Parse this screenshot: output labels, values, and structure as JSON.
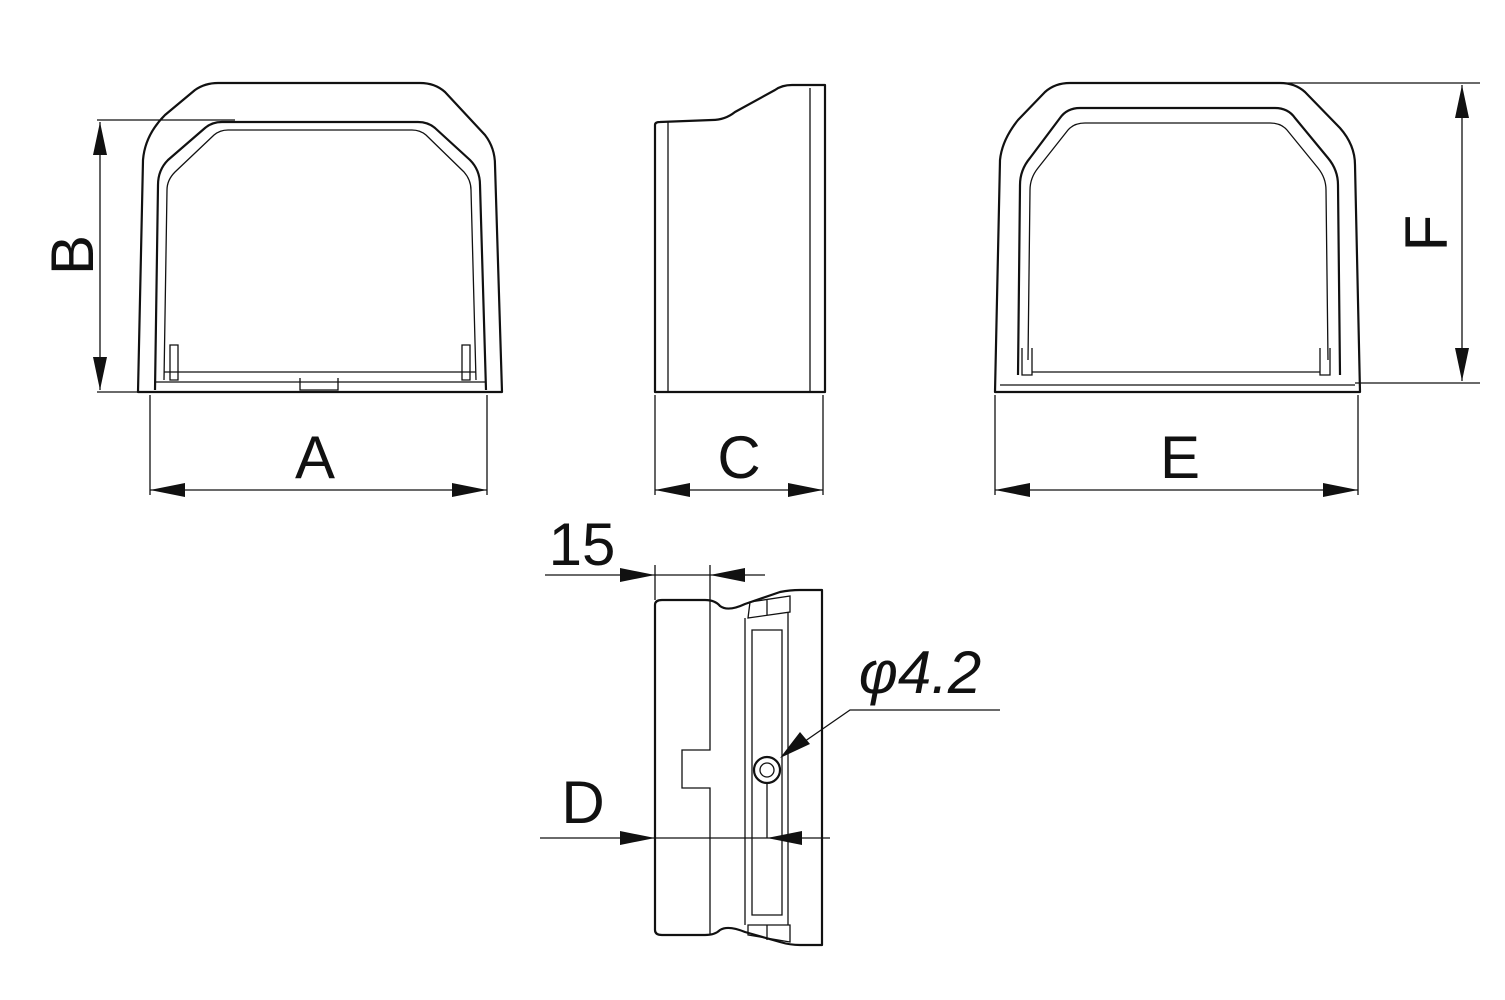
{
  "drawing": {
    "dimension_labels": {
      "a": "A",
      "b": "B",
      "c": "C",
      "d": "D",
      "e": "E",
      "f": "F",
      "offset": "15",
      "hole": "φ4.2"
    }
  }
}
